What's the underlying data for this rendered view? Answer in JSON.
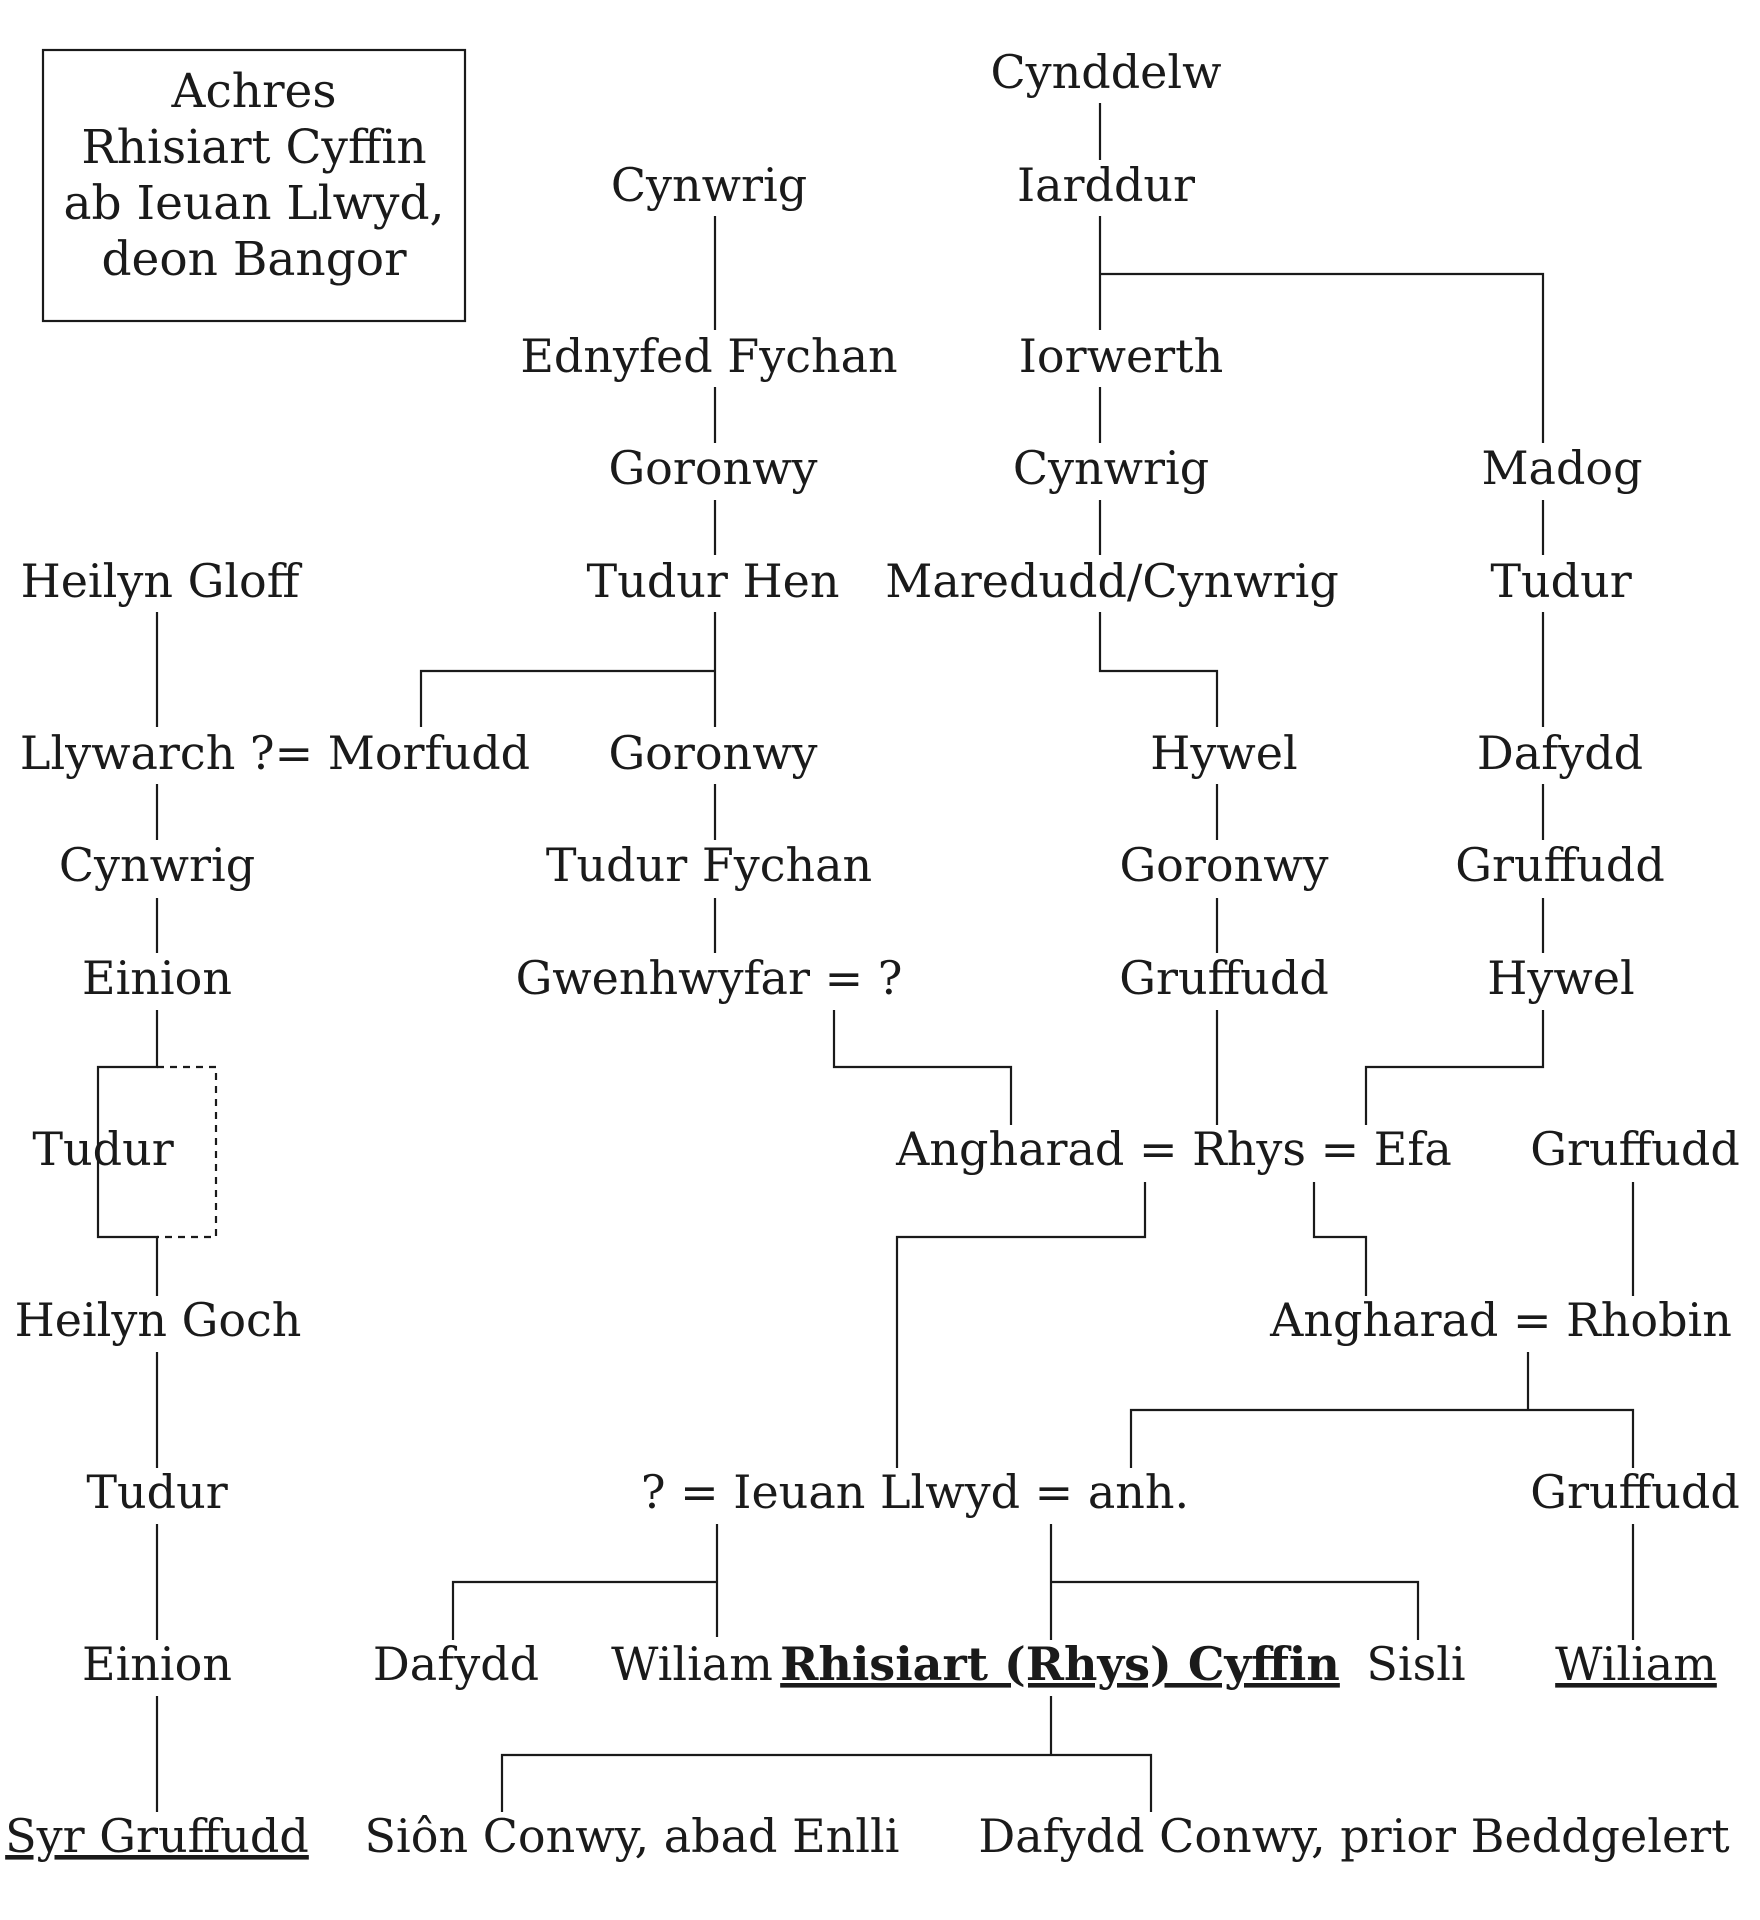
{
  "title_lines": [
    "Achres",
    "Rhisiart Cyffin",
    "ab Ieuan Llwyd,",
    "deon Bangor"
  ],
  "persons": {
    "cynddelw": "Cynddelw",
    "iarddur": "Iarddur",
    "cynwrig_top": "Cynwrig",
    "ednyfed": "Ednyfed Fychan",
    "iorwerth": "Iorwerth",
    "goronwy_1": "Goronwy",
    "cynwrig_2": "Cynwrig",
    "madog": "Madog",
    "heilyn_gloff": "Heilyn Gloff",
    "tudur_hen": "Tudur Hen",
    "maredudd": "Maredudd/Cynwrig",
    "tudur_madog": "Tudur",
    "llywarch_morfudd": "Llywarch ?= Morfudd",
    "goronwy_2": "Goronwy",
    "hywel_1": "Hywel",
    "dafydd_1": "Dafydd",
    "cynwrig_3": "Cynwrig",
    "tudur_fychan": "Tudur Fychan",
    "goronwy_3": "Goronwy",
    "gruffudd_1": "Gruffudd",
    "einion_1": "Einion",
    "gwenhwyfar": "Gwenhwyfar = ?",
    "gruffudd_2": "Gruffudd",
    "hywel_2": "Hywel",
    "tudur_1": "Tudur",
    "angharad_rhys_efa": "Angharad = Rhys = Efa",
    "gruffudd_3": "Gruffudd",
    "heilyn_goch": "Heilyn Goch",
    "angharad_rhobin": "Angharad = Rhobin",
    "tudur_2": "Tudur",
    "ieuan_llwyd": "? = Ieuan Llwyd = anh.",
    "gruffudd_4": "Gruffudd",
    "einion_2": "Einion",
    "dafydd_2": "Dafydd",
    "wiliam_1": "Wiliam",
    "rhisiart": "Rhisiart (Rhys) Cyffin",
    "sisli": "Sisli",
    "wiliam_2": "Wiliam",
    "syr_gruffudd": "Syr Gruffudd",
    "sion_conwy": "Siôn Conwy, abad Enlli",
    "dafydd_conwy": "Dafydd Conwy, prior Beddgelert"
  }
}
